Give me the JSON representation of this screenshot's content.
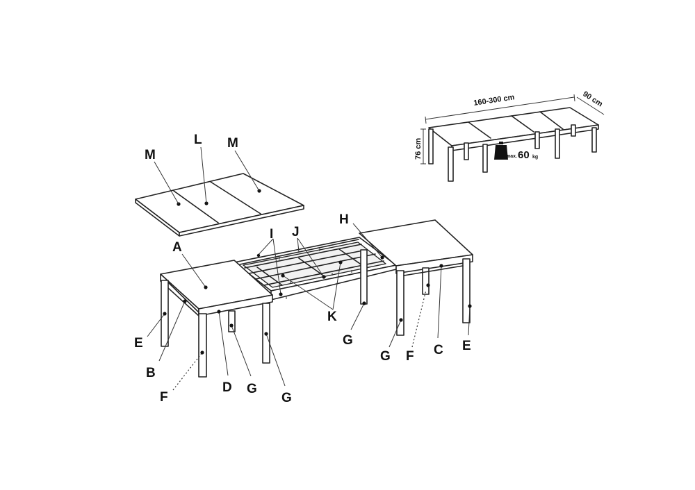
{
  "labels": {
    "a": "A",
    "b": "B",
    "c": "C",
    "d": "D",
    "e": "E",
    "f": "F",
    "g": "G",
    "h": "H",
    "i": "I",
    "j": "J",
    "k": "K",
    "l": "L",
    "m": "M"
  },
  "dimensions": {
    "length": "160-300 cm",
    "depth": "90 cm",
    "height": "76 cm",
    "max_prefix": "max.",
    "max_value": "60",
    "max_unit": "kg"
  }
}
